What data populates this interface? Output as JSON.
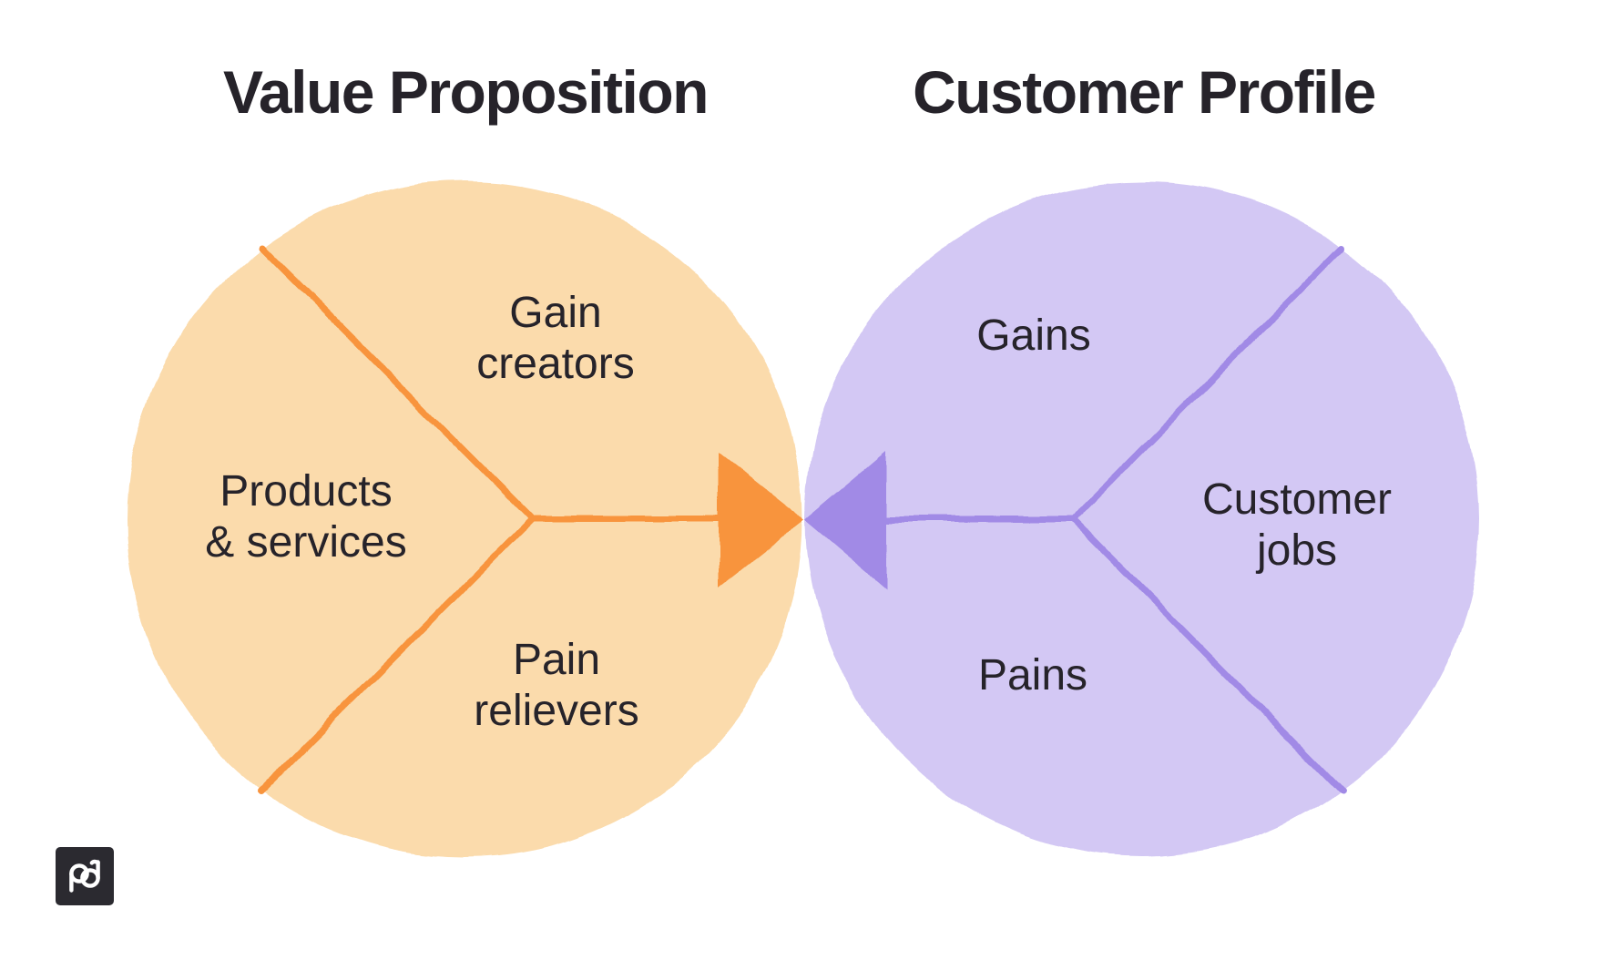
{
  "titles": {
    "left": "Value Proposition",
    "right": "Customer Profile"
  },
  "colors": {
    "orange_light": "#FBDBAC",
    "orange": "#F8943E",
    "purple_light": "#D3C8F4",
    "purple": "#A18AE6",
    "text": "#26232A",
    "background": "#FFFFFF",
    "logo_bg": "#2B2A30",
    "logo_glyph": "#FFFFFF"
  },
  "value_proposition": {
    "segments": {
      "gain_creators": {
        "lines": [
          "Gain",
          "creators"
        ]
      },
      "products_services": {
        "lines": [
          "Products",
          "& services"
        ]
      },
      "pain_relievers": {
        "lines": [
          "Pain",
          "relievers"
        ]
      }
    }
  },
  "customer_profile": {
    "segments": {
      "gains": {
        "lines": [
          "Gains"
        ]
      },
      "customer_jobs": {
        "lines": [
          "Customer",
          "jobs"
        ]
      },
      "pains": {
        "lines": [
          "Pains"
        ]
      }
    }
  },
  "logo": {
    "monogram": "pd"
  }
}
